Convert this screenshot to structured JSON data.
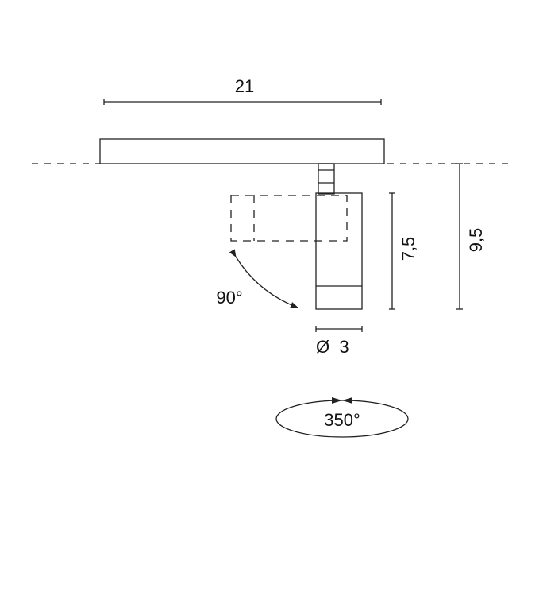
{
  "dimensions": {
    "width_label": "21",
    "body_height_label": "7,5",
    "total_height_label": "9,5",
    "diameter_label": "Ø  3",
    "tilt_label": "90°",
    "rotation_label": "350°"
  },
  "colors": {
    "line": "#222222",
    "background": "#ffffff"
  }
}
